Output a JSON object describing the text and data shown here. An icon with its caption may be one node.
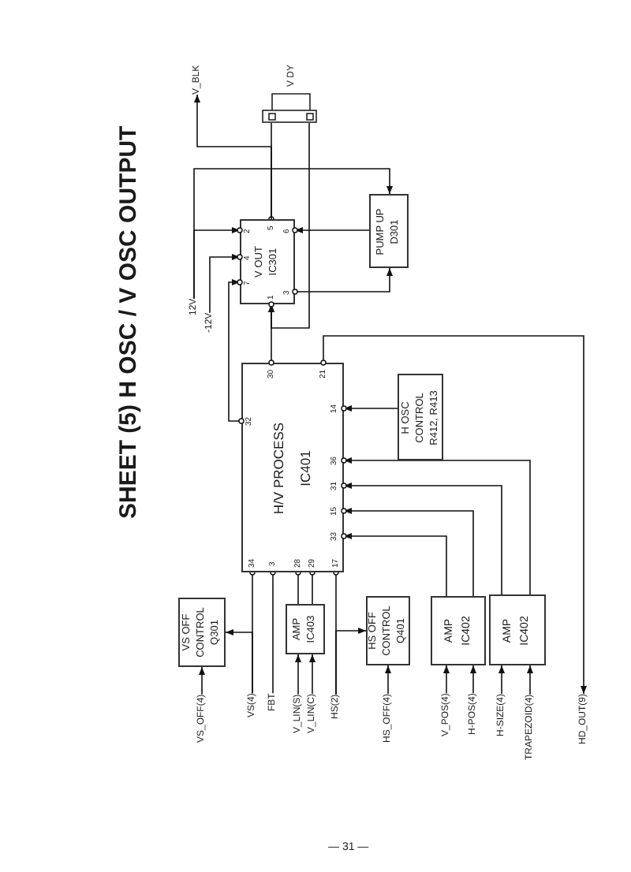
{
  "diagram": {
    "title": "SHEET (5) H OSC / V OSC OUTPUT",
    "nodes": [
      {
        "text": [
          "H/V PROCESS",
          "IC401"
        ]
      },
      {
        "text": [
          "V OUT",
          "IC301"
        ]
      },
      {
        "text": [
          "PUMP UP",
          "D301"
        ]
      },
      {
        "text": [
          "H OSC CONTROL",
          "R412, R413"
        ]
      },
      {
        "text": [
          "VS OFF CONTROL",
          "Q301"
        ]
      },
      {
        "text": [
          "AMP",
          "IC403"
        ]
      },
      {
        "text": [
          "HS OFF CONTROL",
          "Q401"
        ]
      },
      {
        "text": [
          "AMP",
          "IC402"
        ]
      },
      {
        "text": [
          "AMP",
          "IC402"
        ]
      },
      {
        "text": [
          "V DY"
        ]
      },
      {
        "text": [
          "V_BLK"
        ]
      },
      {
        "text": [
          "12V"
        ]
      },
      {
        "text": [
          "-12V"
        ]
      },
      {
        "text": [
          "VS_OFF(4)"
        ]
      },
      {
        "text": [
          "VS(4)"
        ]
      },
      {
        "text": [
          "FBT"
        ]
      },
      {
        "text": [
          "V_LIN(S)"
        ]
      },
      {
        "text": [
          "V_LIN(C)"
        ]
      },
      {
        "text": [
          "HS(2)"
        ]
      },
      {
        "text": [
          "HS_OFF(4)"
        ]
      },
      {
        "text": [
          "V_POS(4)"
        ]
      },
      {
        "text": [
          "H-POS(4)"
        ]
      },
      {
        "text": [
          "H-SIZE(4)"
        ]
      },
      {
        "text": [
          "TRAPEZOID(4)"
        ]
      },
      {
        "text": [
          "HD_OUT(9)"
        ]
      }
    ],
    "edges": [
      {
        "from": 0,
        "to": 1,
        "arrow": "to"
      },
      {
        "from": 9,
        "to": 1,
        "arrow": "to"
      },
      {
        "from": 9,
        "to": 1,
        "arrow": "other"
      },
      {
        "from": 1,
        "to": 10,
        "arrow": "to"
      },
      {
        "from": 11,
        "to": 1,
        "arrow": "to"
      },
      {
        "from": 11,
        "to": 2,
        "arrow": "to"
      },
      {
        "from": 12,
        "to": 1,
        "arrow": "to"
      },
      {
        "from": 0,
        "to": 1,
        "arrow": "to"
      },
      {
        "from": 2,
        "to": 1,
        "arrow": "to"
      },
      {
        "from": 1,
        "to": 2,
        "arrow": "to"
      },
      {
        "from": 3,
        "to": 0,
        "arrow": "to"
      },
      {
        "from": 0,
        "to": 24,
        "arrow": "to"
      },
      {
        "from": 13,
        "to": 4,
        "arrow": "to"
      },
      {
        "from": 14,
        "to": 0,
        "arrow": "other"
      },
      {
        "from": 14,
        "to": 4,
        "arrow": "to"
      },
      {
        "from": 15,
        "to": 0,
        "arrow": "other"
      },
      {
        "from": 16,
        "to": 5,
        "arrow": "to"
      },
      {
        "from": 17,
        "to": 5,
        "arrow": "to"
      },
      {
        "from": 5,
        "to": 0,
        "arrow": "other"
      },
      {
        "from": 5,
        "to": 0,
        "arrow": "other"
      },
      {
        "from": 18,
        "to": 0,
        "arrow": "other"
      },
      {
        "from": 18,
        "to": 6,
        "arrow": "to"
      },
      {
        "from": 19,
        "to": 6,
        "arrow": "to"
      },
      {
        "from": 20,
        "to": 7,
        "arrow": "to"
      },
      {
        "from": 21,
        "to": 7,
        "arrow": "to"
      },
      {
        "from": 7,
        "to": 0,
        "arrow": "to"
      },
      {
        "from": 7,
        "to": 0,
        "arrow": "to"
      },
      {
        "from": 22,
        "to": 8,
        "arrow": "to"
      },
      {
        "from": 23,
        "to": 8,
        "arrow": "to"
      },
      {
        "from": 8,
        "to": 0,
        "arrow": "to"
      },
      {
        "from": 8,
        "to": 0,
        "arrow": "to"
      }
    ],
    "labels": [
      "2",
      "4",
      "7",
      "5",
      "6",
      "3",
      "1",
      "30",
      "21",
      "32",
      "14",
      "36",
      "31",
      "15",
      "33",
      "34",
      "3",
      "28",
      "29",
      "17",
      "— 31 —"
    ]
  }
}
